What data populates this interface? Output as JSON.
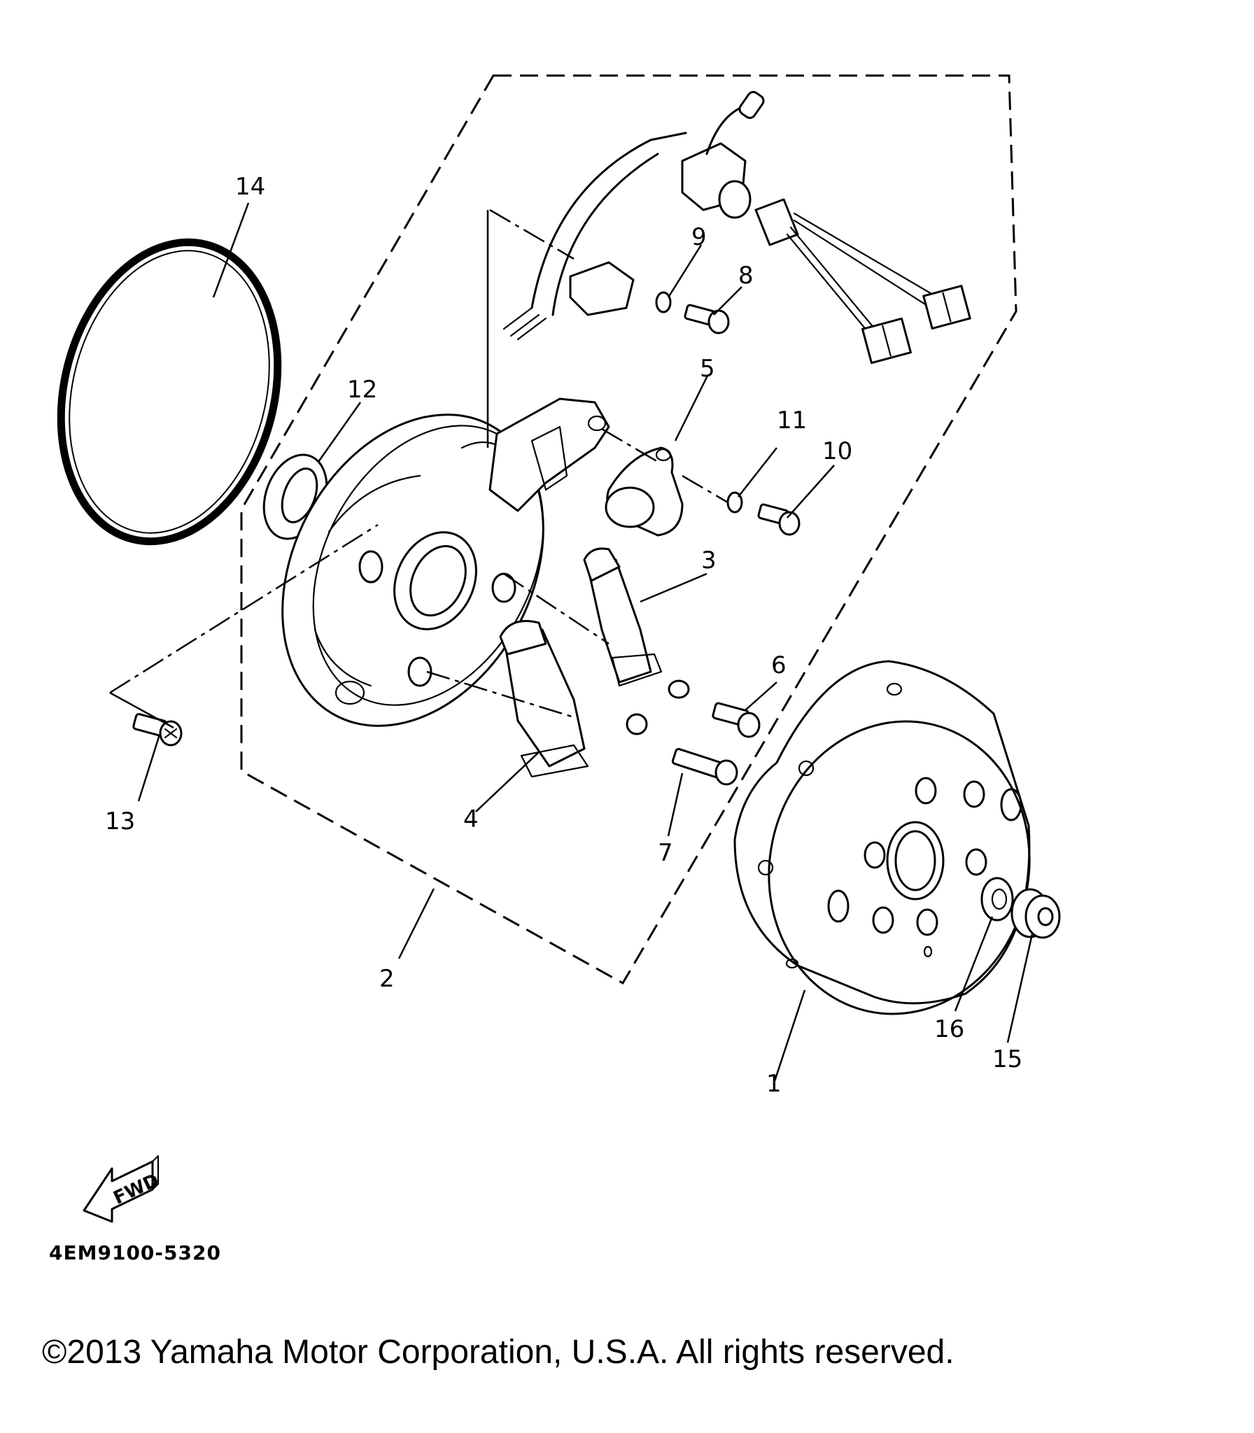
{
  "callouts": [
    {
      "id": "c1",
      "text": "1"
    },
    {
      "id": "c2",
      "text": "2"
    },
    {
      "id": "c3",
      "text": "3"
    },
    {
      "id": "c4",
      "text": "4"
    },
    {
      "id": "c5",
      "text": "5"
    },
    {
      "id": "c6",
      "text": "6"
    },
    {
      "id": "c7",
      "text": "7"
    },
    {
      "id": "c8",
      "text": "8"
    },
    {
      "id": "c9",
      "text": "9"
    },
    {
      "id": "c10",
      "text": "10"
    },
    {
      "id": "c11",
      "text": "11"
    },
    {
      "id": "c12",
      "text": "12"
    },
    {
      "id": "c13",
      "text": "13"
    },
    {
      "id": "c14",
      "text": "14"
    },
    {
      "id": "c15",
      "text": "15"
    },
    {
      "id": "c16",
      "text": "16"
    }
  ],
  "fwd_label": "FWD",
  "diagram_code": "4EM9100-5320",
  "copyright": "©2013 Yamaha Motor Corporation, U.S.A. All rights reserved."
}
